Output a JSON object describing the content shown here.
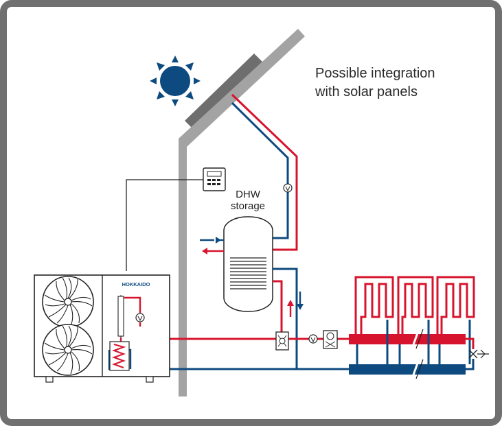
{
  "diagram": {
    "caption": "Possible integration\nwith solar panels",
    "storage_label_line1": "DHW",
    "storage_label_line2": "storage",
    "brand_logo_text": "HOKKAIDO"
  },
  "colors": {
    "frame": "#707070",
    "background": "#ffffff",
    "supply_red": "#d7142d",
    "return_blue": "#0d4a7f",
    "wall_gray": "#a3a3a3",
    "outline": "#222222",
    "sun": "#0d4a7f",
    "solar_panel": "#6e6e6e"
  },
  "icons": {
    "sun": "sun-icon",
    "controller": "controller-icon",
    "pump": "pump-icon",
    "valve": "valve-icon",
    "mixing_valve": "mixing-valve-icon",
    "fan": "fan-icon"
  }
}
